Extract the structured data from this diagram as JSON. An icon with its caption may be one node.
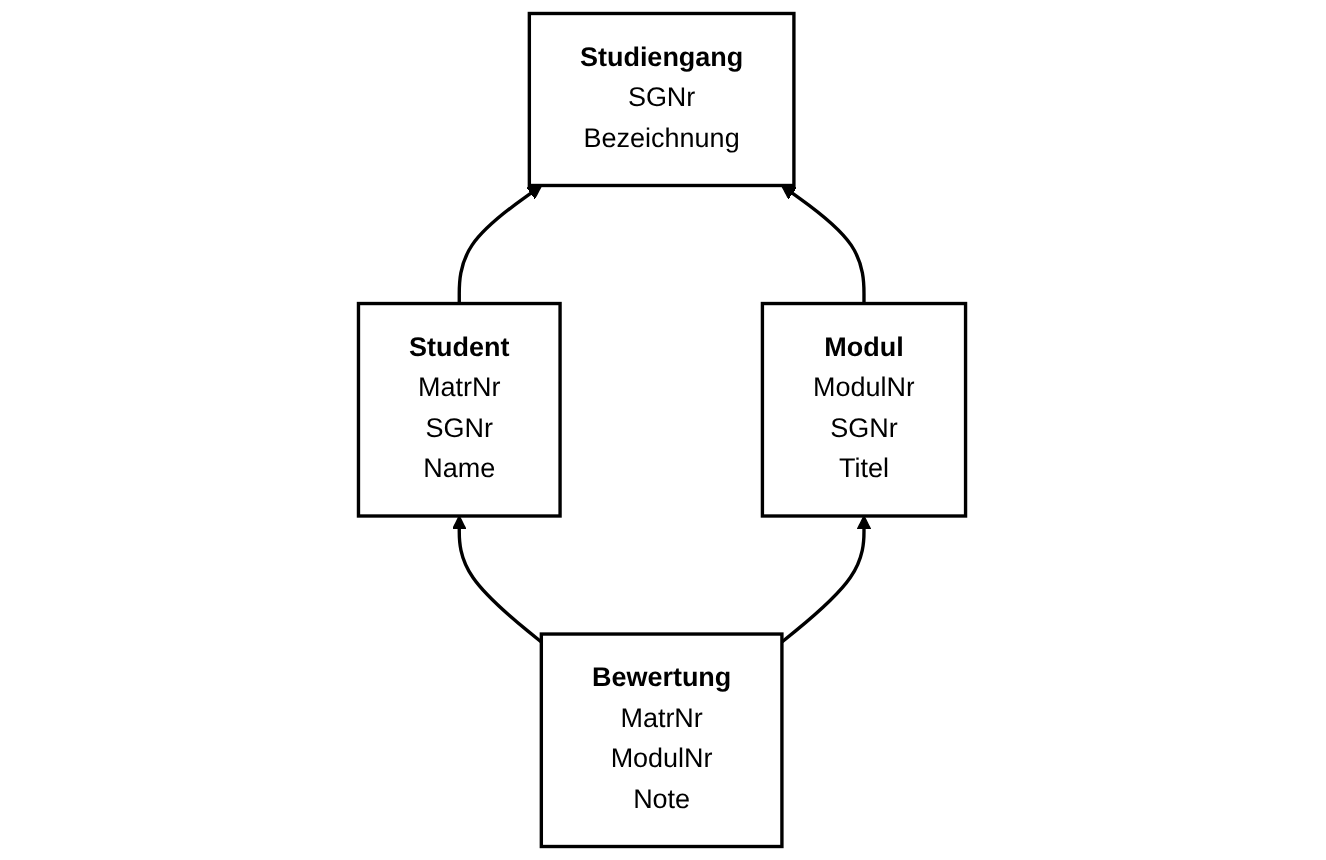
{
  "diagram": {
    "nodes": [
      {
        "text": [
          "Student",
          "MatrNr",
          "SGNr",
          "Name"
        ]
      },
      {
        "text": [
          "Studiengang",
          "SGNr",
          "Bezeichnung"
        ]
      },
      {
        "text": [
          "Bewertung",
          "MatrNr",
          "ModulNr",
          "Note"
        ]
      },
      {
        "text": [
          "Modul",
          "ModulNr",
          "SGNr",
          "Titel"
        ]
      }
    ],
    "edges": [
      {
        "from": 0,
        "to": 1,
        "arrow": "to"
      },
      {
        "from": 2,
        "to": 0,
        "arrow": "to"
      },
      {
        "from": 3,
        "to": 1,
        "arrow": "to"
      },
      {
        "from": 2,
        "to": 3,
        "arrow": "to"
      }
    ]
  }
}
